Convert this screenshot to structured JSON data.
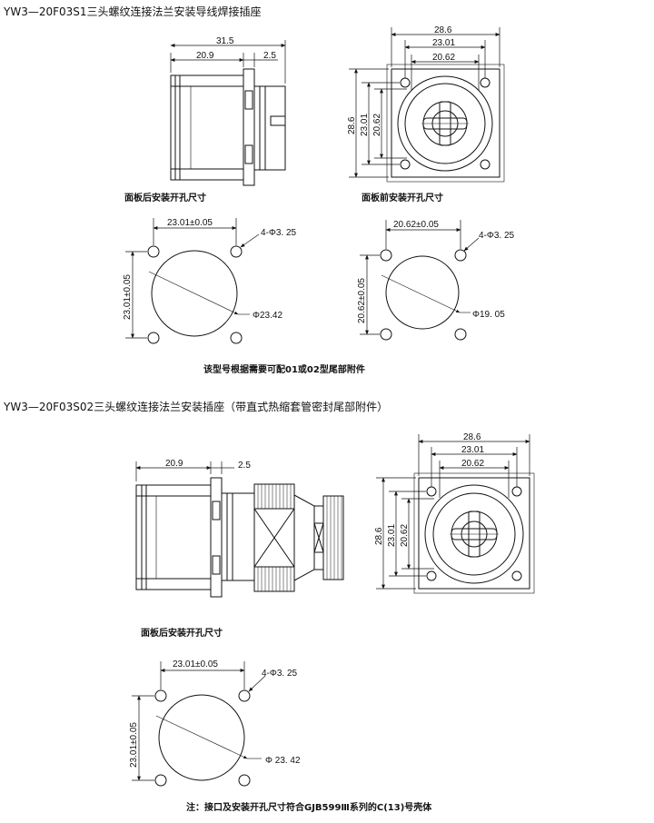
{
  "section1": {
    "title": "YW3—20F03S1三头螺纹连接法兰安装导线焊接插座",
    "side_dims": {
      "overall": "31.5",
      "body": "20.9",
      "flange": "2.5"
    },
    "front_dims": {
      "outer": "28.6",
      "mid": "23.01",
      "inner": "20.62"
    },
    "rear_cutout_label": "面板后安装开孔尺寸",
    "front_cutout_label": "面板前安装开孔尺寸",
    "rear_cutout": {
      "spacing": "23.01±0.05",
      "holes": "4-Φ3. 25",
      "bore": "Φ23.42"
    },
    "front_cutout": {
      "spacing": "20.62±0.05",
      "holes": "4-Φ3. 25",
      "bore": "Φ19. 05"
    },
    "note": "该型号根据需要可配01或02型尾部附件"
  },
  "section2": {
    "title": "YW3—20F03S02三头螺纹连接法兰安装插座（带直式热缩套管密封尾部附件）",
    "side_dims": {
      "body": "20.9",
      "flange": "2.5"
    },
    "front_dims": {
      "outer": "28.6",
      "mid": "23.01",
      "inner": "20.62"
    },
    "rear_cutout_label": "面板后安装开孔尺寸",
    "rear_cutout": {
      "spacing": "23.01±0.05",
      "holes": "4-Φ3. 25",
      "bore": "Φ 23. 42"
    },
    "footnote": "注：接口及安装开孔尺寸符合GJB599Ⅲ系列的C(13)号壳体"
  }
}
